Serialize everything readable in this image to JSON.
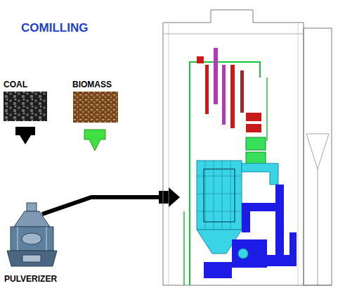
{
  "diagram": {
    "title": "COMILLING",
    "nodes": [
      {
        "text": [
          "COAL"
        ]
      },
      {
        "text": [
          "BIOMASS"
        ]
      },
      {
        "text": [
          "PULVERIZER"
        ]
      }
    ],
    "edges": [
      {
        "from": 0,
        "to": 2,
        "arrow": "to"
      },
      {
        "from": 1,
        "to": 2,
        "arrow": "to"
      }
    ]
  }
}
